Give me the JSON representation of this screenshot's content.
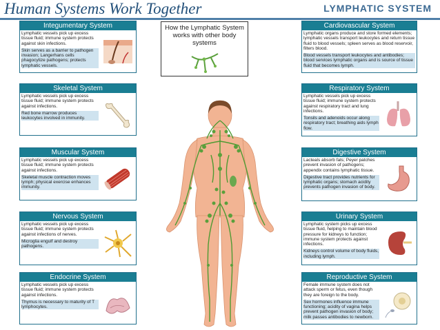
{
  "header": {
    "title": "Human Systems Work Together",
    "section": "LYMPHATIC SYSTEM"
  },
  "center_box": {
    "text": "How the Lymphatic System works with other body systems"
  },
  "cards_left": [
    {
      "title": "Integumentary System",
      "text1": "Lymphatic vessels pick up excess tissue fluid; immune system protects against skin infections.",
      "text2": "Skin serves as a barrier to pathogen invasion; Langerhans cells phagocytize pathogens; protects lymphatic vessels.",
      "icon": "skin-cross-section-icon"
    },
    {
      "title": "Skeletal System",
      "text1": "Lymphatic vessels pick up excess tissue fluid; immune system protects against infections.",
      "text2": "Red bone marrow produces leukocytes involved in immunity.",
      "icon": "bone-icon"
    },
    {
      "title": "Muscular System",
      "text1": "Lymphatic vessels pick up excess tissue fluid; immune system protects against infections.",
      "text2": "Skeletal muscle contraction moves lymph; physical exercise enhances immunity.",
      "icon": "muscle-icon"
    },
    {
      "title": "Nervous System",
      "text1": "Lymphatic vessels pick up excess tissue fluid; immune system protects against infections of nerves.",
      "text2": "Microglia engulf and destroy pathogens.",
      "icon": "neuron-icon"
    },
    {
      "title": "Endocrine System",
      "text1": "Lymphatic vessels pick up excess tissue fluid; immune system protects against infections.",
      "text2": "Thymus is necessary to maturity of T lymphocytes.",
      "icon": "thymus-icon"
    }
  ],
  "cards_right": [
    {
      "title": "Cardiovascular System",
      "text1": "Lymphatic organs produce and store formed elements; lymphatic vessels transport leukocytes and return tissue fluid to blood vessels; spleen serves as blood reservoir, filters blood.",
      "text2": "Blood vessels transport leukocytes and antibodies; blood services lymphatic organs and is source of tissue fluid that becomes lymph.",
      "icon": "heart-icon"
    },
    {
      "title": "Respiratory System",
      "text1": "Lymphatic vessels pick up excess tissue fluid; immune system protects against respiratory tract and lung infections.",
      "text2": "Tonsils and adenoids occur along respiratory tract; breathing aids lymph flow.",
      "icon": "lungs-icon"
    },
    {
      "title": "Digestive System",
      "text1": "Lacteals absorb fats; Peyer patches prevent invasion of pathogens; appendix contains lymphatic tissue.",
      "text2": "Digestive tract provides nutrients for lymphatic organs; stomach acidity prevents pathogen invasion of body.",
      "icon": "stomach-icon"
    },
    {
      "title": "Urinary System",
      "text1": "Lymphatic system picks up excess tissue fluid, helping to maintain blood pressure for kidneys to function; immune system protects against infections.",
      "text2": "Kidneys control volume of body fluids, including lymph.",
      "icon": "kidney-icon"
    },
    {
      "title": "Reproductive System",
      "text1": "Female immune system does not attack sperm or fetus, even though they are foreign to the body.",
      "text2": "Sex hormones influence immune functioning; acidity of vagina helps prevent pathogen invasion of body; milk passes antibodies to newborn.",
      "icon": "sperm-egg-icon"
    }
  ],
  "colors": {
    "card_header": "#1a7e93",
    "title": "#23507a",
    "tinted": "#cfe3ef",
    "lymph": "#5aa03c",
    "skin": "#f2b493"
  }
}
